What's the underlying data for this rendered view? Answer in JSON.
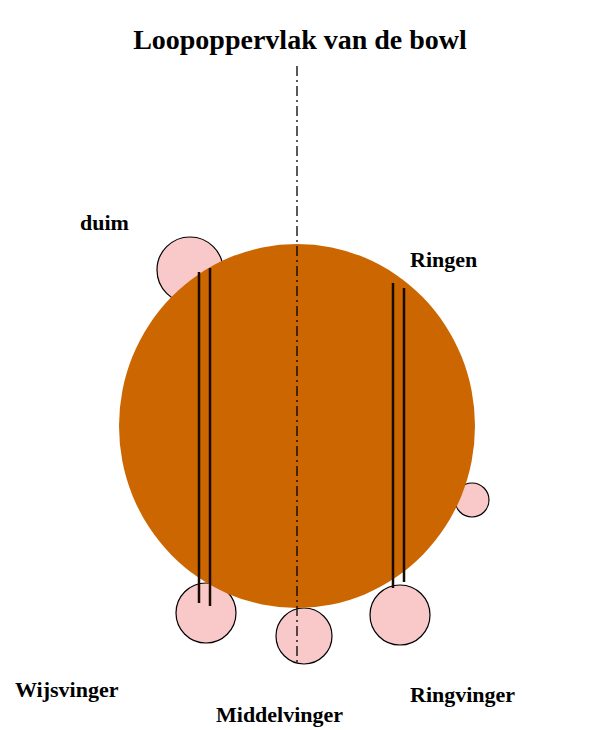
{
  "diagram": {
    "title": "Loopoppervlak van de bowl",
    "labels": [
      "duim",
      "Ringen",
      "Wijsvinger",
      "Middelvinger",
      "Ringvinger"
    ]
  }
}
